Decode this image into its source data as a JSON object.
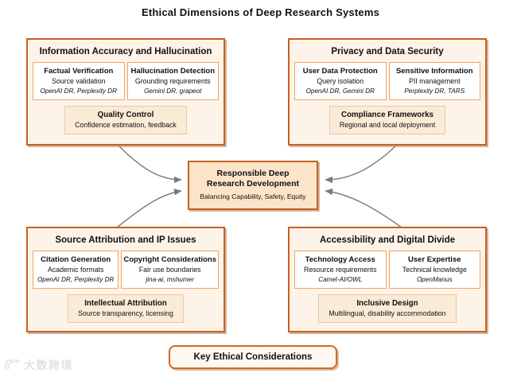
{
  "title": "Ethical Dimensions of Deep Research Systems",
  "center": {
    "line1": "Responsible Deep",
    "line2": "Research Development",
    "subtitle": "Balancing Capability, Safety, Equity"
  },
  "quadrants": [
    {
      "heading": "Information Accuracy and Hallucination",
      "items": [
        {
          "title": "Factual Verification",
          "desc": "Source validation",
          "systems": "OpenAI DR, Perplexity DR"
        },
        {
          "title": "Hallucination Detection",
          "desc": "Grounding requirements",
          "systems": "Gemini DR, grapeot"
        }
      ],
      "wide": {
        "title": "Quality Control",
        "desc": "Confidence estimation, feedback"
      }
    },
    {
      "heading": "Privacy and Data Security",
      "items": [
        {
          "title": "User Data Protection",
          "desc": "Query isolation",
          "systems": "OpenAI DR, Gemini DR"
        },
        {
          "title": "Sensitive Information",
          "desc": "PII management",
          "systems": "Perplexity DR, TARS"
        }
      ],
      "wide": {
        "title": "Compliance Frameworks",
        "desc": "Regional and local deployment"
      }
    },
    {
      "heading": "Source Attribution and IP Issues",
      "items": [
        {
          "title": "Citation Generation",
          "desc": "Academic formats",
          "systems": "OpenAI DR, Perplexity DR"
        },
        {
          "title": "Copyright Considerations",
          "desc": "Fair use boundaries",
          "systems": "jina-ai, mshumer"
        }
      ],
      "wide": {
        "title": "Intellectual Attribution",
        "desc": "Source transparency, licensing"
      }
    },
    {
      "heading": "Accessibility and Digital Divide",
      "items": [
        {
          "title": "Technology Access",
          "desc": "Resource requirements",
          "systems": "Camel-AI/OWL"
        },
        {
          "title": "User Expertise",
          "desc": "Technical knowledge",
          "systems": "OpenManus"
        }
      ],
      "wide": {
        "title": "Inclusive Design",
        "desc": "Multilingual, disability accommodation"
      }
    }
  ],
  "footer_label": "Key Ethical Considerations",
  "watermark": "大数跨境",
  "colors": {
    "quad_border": "#C8601E",
    "quad_fill": "#FDF3E9",
    "sub_border": "#F4A460",
    "wide_fill": "#FAEBD7",
    "center_fill": "#FBE4C8",
    "arrow": "#7A7A7A"
  }
}
